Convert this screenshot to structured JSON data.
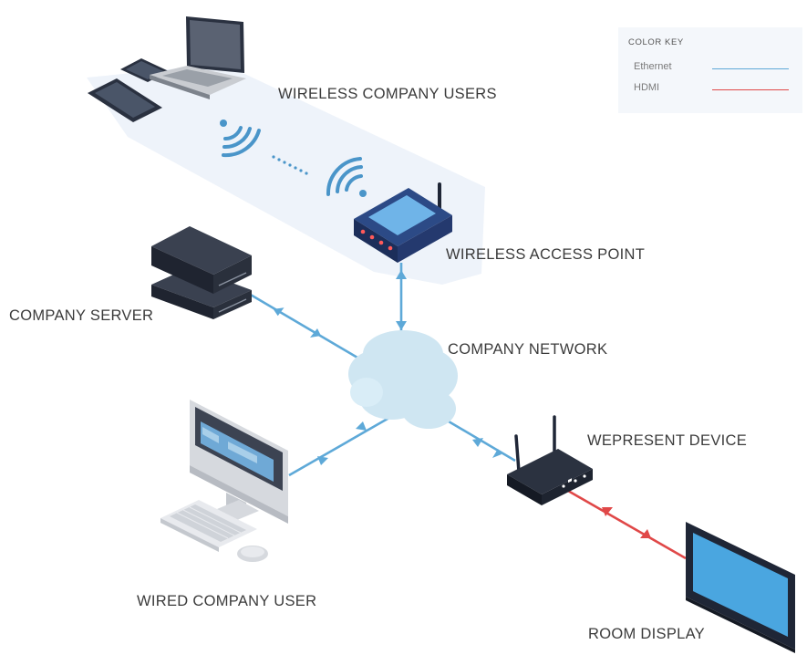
{
  "labels": {
    "wireless_users": "WIRELESS COMPANY USERS",
    "access_point": "WIRELESS ACCESS POINT",
    "company_server": "COMPANY SERVER",
    "company_network": "COMPANY NETWORK",
    "wepresent_device": "WEPRESENT DEVICE",
    "wired_user": "WIRED COMPANY USER",
    "room_display": "ROOM DISPLAY"
  },
  "color_key": {
    "title": "COLOR KEY",
    "items": [
      {
        "label": "Ethernet",
        "color": "#5ea9d8"
      },
      {
        "label": "HDMI",
        "color": "#e04848"
      }
    ]
  },
  "colors": {
    "ethernet": "#5ea9d8",
    "hdmi": "#e04848",
    "cloud": "#cfe6f2",
    "device_dark": "#1f2636",
    "screen_blue": "#4aa6e0",
    "wifi_blue": "#4a95c9"
  }
}
